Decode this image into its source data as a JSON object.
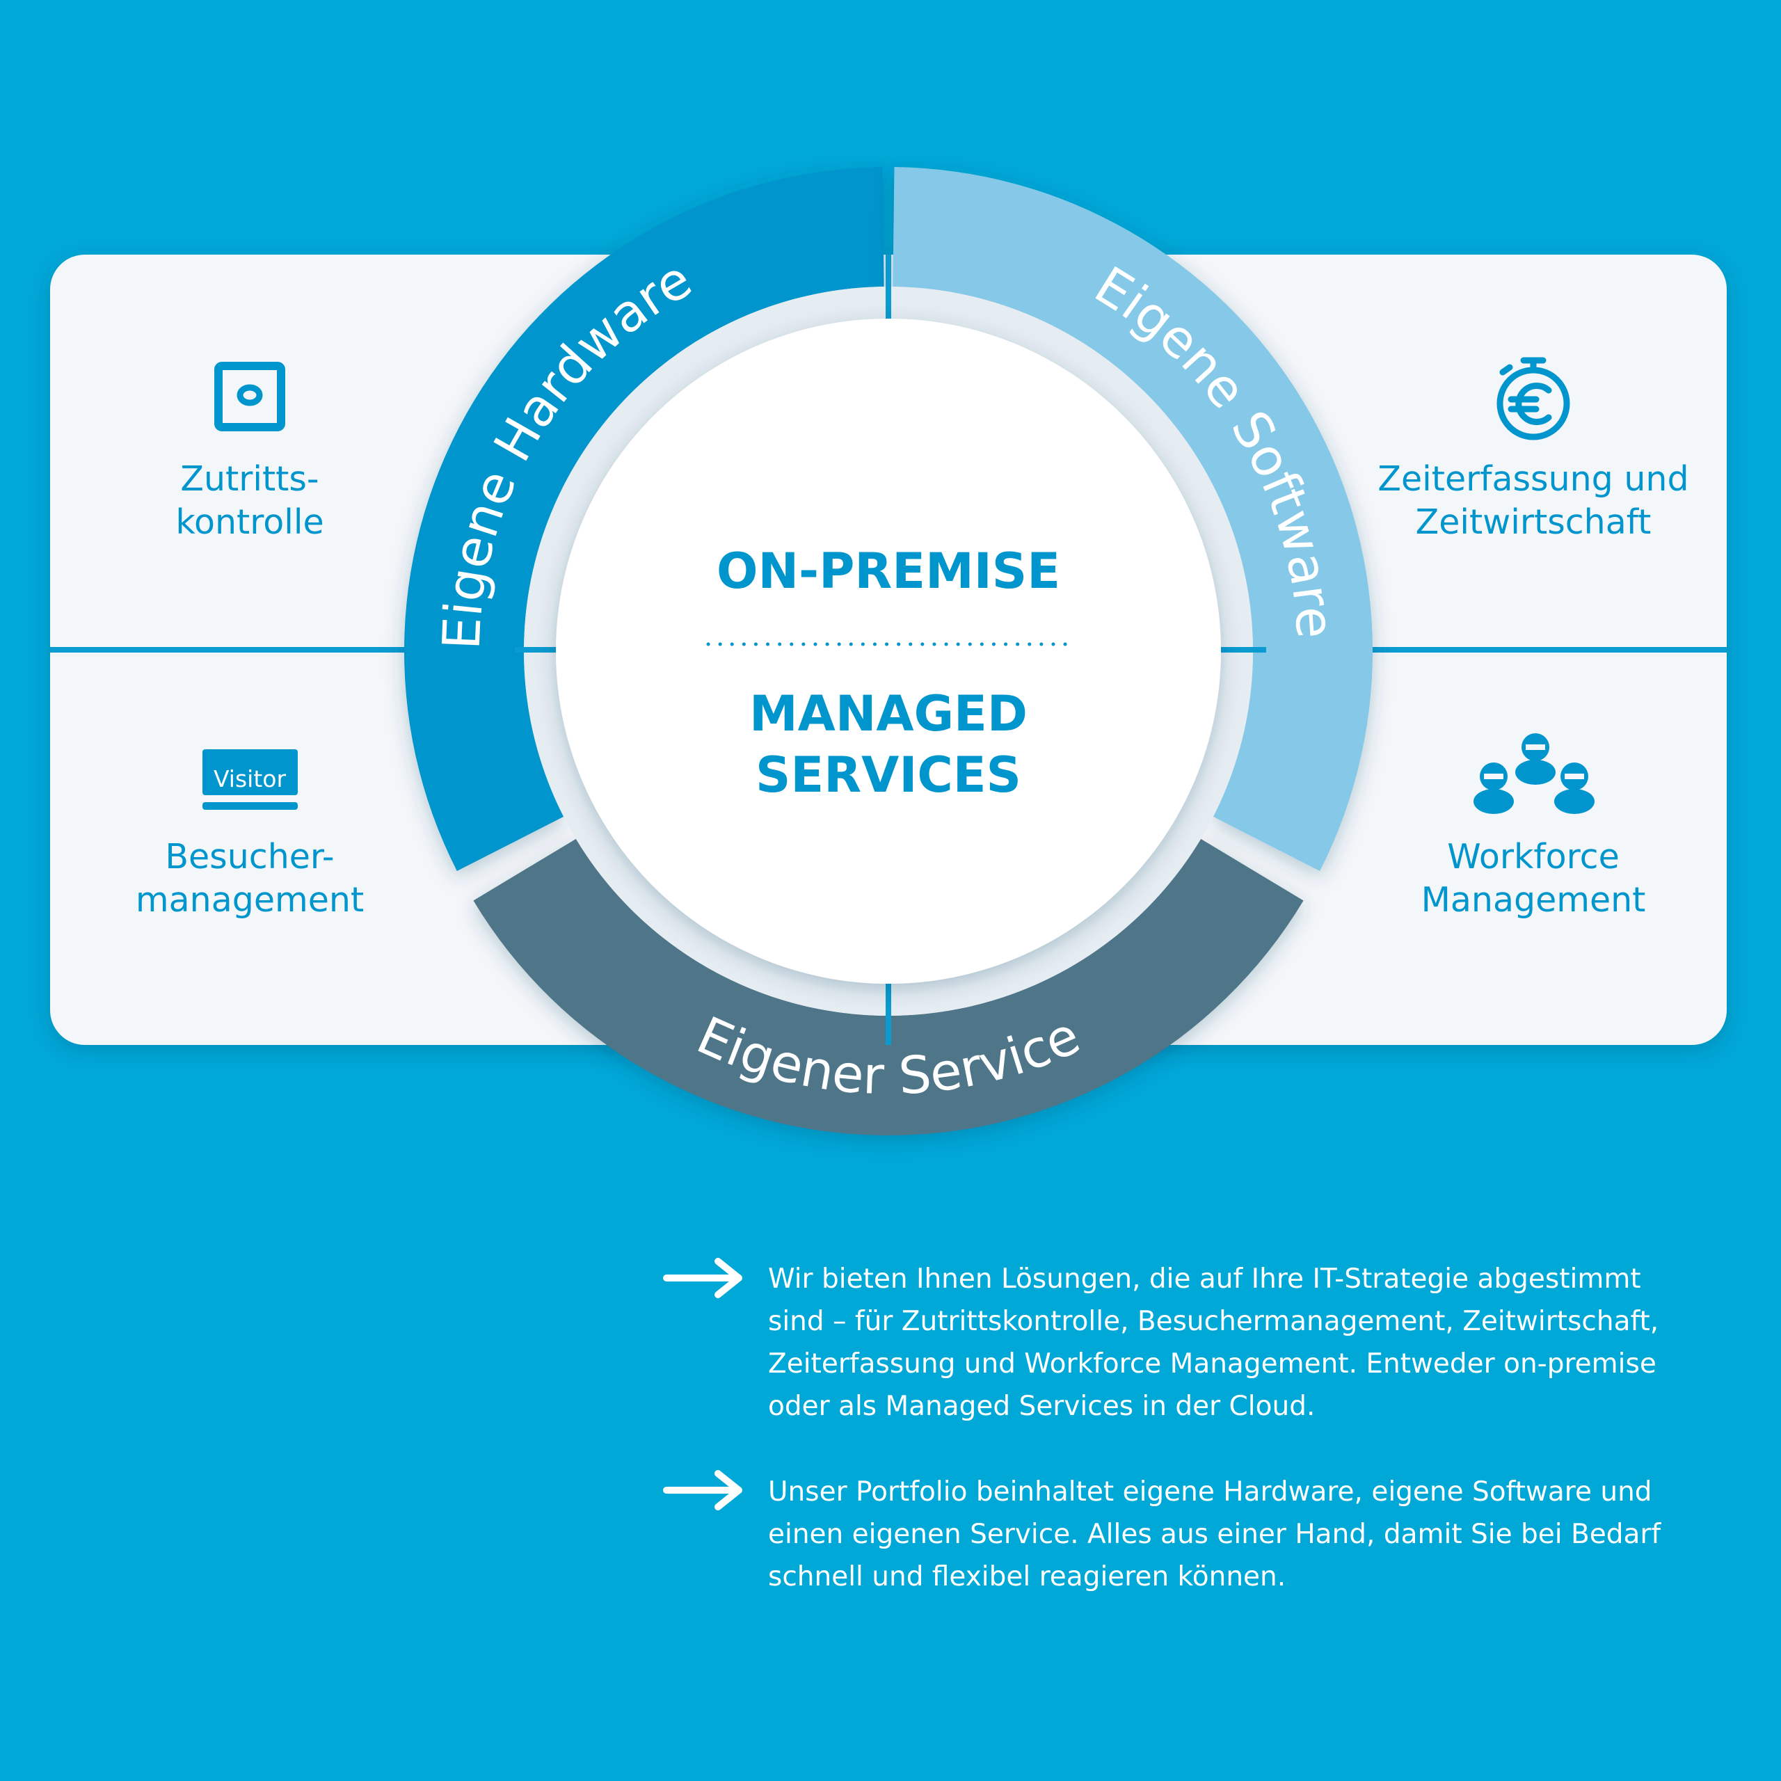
{
  "colors": {
    "background": "#00a8d8",
    "card": "#f3f7fa",
    "hardware": "#0095cc",
    "software": "#85c8e8",
    "service": "#4f7489",
    "text_blue": "#0095cc"
  },
  "ring": {
    "hardware": "Eigene Hardware",
    "software": "Eigene Software",
    "service": "Eigener Service"
  },
  "center": {
    "top": "ON-PREMISE",
    "bottom_line1": "MANAGED",
    "bottom_line2": "SERVICES"
  },
  "quadrants": {
    "top_left": {
      "icon": "door-access-icon",
      "line1": "Zutritts-",
      "line2": "kontrolle"
    },
    "top_right": {
      "icon": "stopwatch-euro-icon",
      "line1": "Zeiterfassung und",
      "line2": "Zeitwirtschaft"
    },
    "bottom_left": {
      "icon": "visitor-badge-icon",
      "badge_text": "Visitor",
      "line1": "Besucher-",
      "line2": "management"
    },
    "bottom_right": {
      "icon": "workforce-people-icon",
      "line1": "Workforce",
      "line2": "Management"
    }
  },
  "paragraphs": [
    {
      "icon": "arrow-right-icon",
      "lines": [
        "Wir bieten Ihnen Lösungen, die auf Ihre IT-Strategie abgestimmt",
        "sind – für Zutrittskontrolle, Besuchermanagement, Zeitwirtschaft,",
        "Zeiterfassung und Workforce Management. Entweder on-premise",
        "oder als Managed Services in der Cloud."
      ]
    },
    {
      "icon": "arrow-right-icon",
      "lines": [
        "Unser Portfolio beinhaltet eigene Hardware, eigene Software und",
        "einen eigenen Service. Alles aus einer Hand, damit Sie bei Bedarf",
        "schnell und flexibel reagieren können."
      ]
    }
  ]
}
